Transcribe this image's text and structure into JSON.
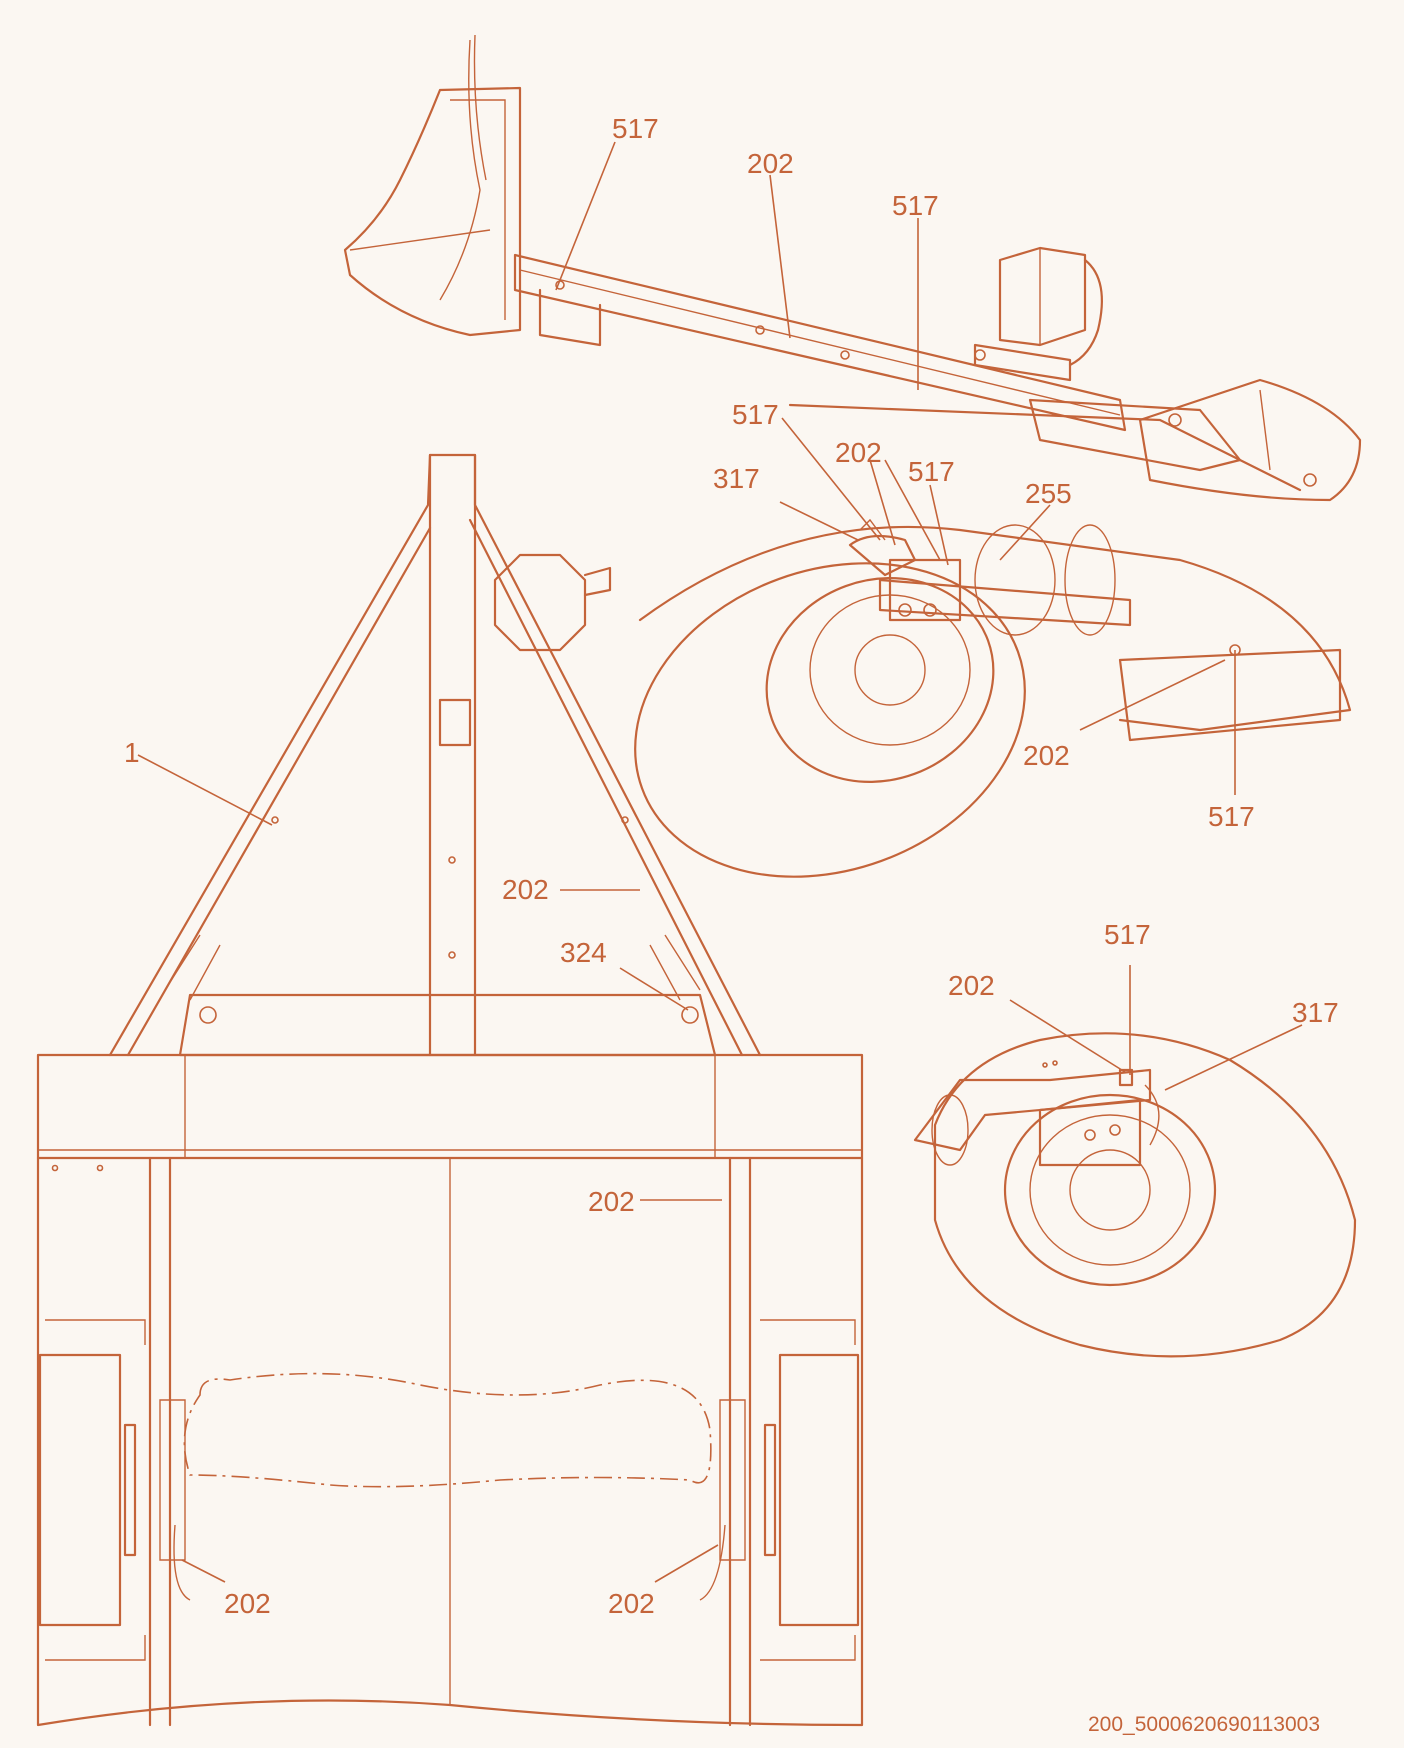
{
  "document_id": "200_5000620690113003",
  "callouts": {
    "top_517_a": "517",
    "top_202": "202",
    "top_517_b": "517",
    "axle_517_a": "517",
    "axle_202": "202",
    "axle_317": "317",
    "axle_517_b": "517",
    "axle_255": "255",
    "axle_202_b": "202",
    "axle_517_c": "517",
    "main_1": "1",
    "main_202_a": "202",
    "main_324": "324",
    "main_202_b": "202",
    "main_202_c": "202",
    "main_202_d": "202",
    "wheel_517": "517",
    "wheel_202": "202",
    "wheel_317": "317"
  },
  "colors": {
    "line": "#c4643a",
    "background": "#fbf7f2"
  }
}
